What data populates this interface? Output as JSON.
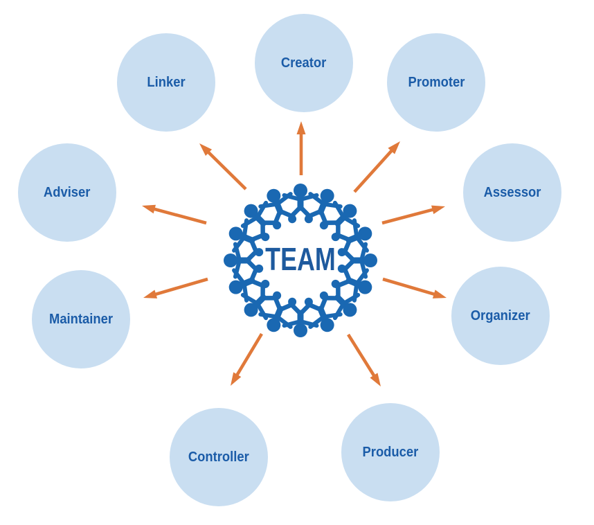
{
  "center": {
    "label": "TEAM",
    "icon": "people-circle-icon"
  },
  "roles": [
    {
      "id": "creator",
      "label": "Creator"
    },
    {
      "id": "promoter",
      "label": "Promoter"
    },
    {
      "id": "assessor",
      "label": "Assessor"
    },
    {
      "id": "organizer",
      "label": "Organizer"
    },
    {
      "id": "producer",
      "label": "Producer"
    },
    {
      "id": "controller",
      "label": "Controller"
    },
    {
      "id": "maintainer",
      "label": "Maintainer"
    },
    {
      "id": "adviser",
      "label": "Adviser"
    },
    {
      "id": "linker",
      "label": "Linker"
    }
  ],
  "colors": {
    "background": "#ffffff",
    "circle_fill": "#c9def1",
    "label_text": "#1b5ca8",
    "team_text": "#1e5a9e",
    "ring_blue": "#1a68b2",
    "arrow_orange": "#e0793a"
  }
}
